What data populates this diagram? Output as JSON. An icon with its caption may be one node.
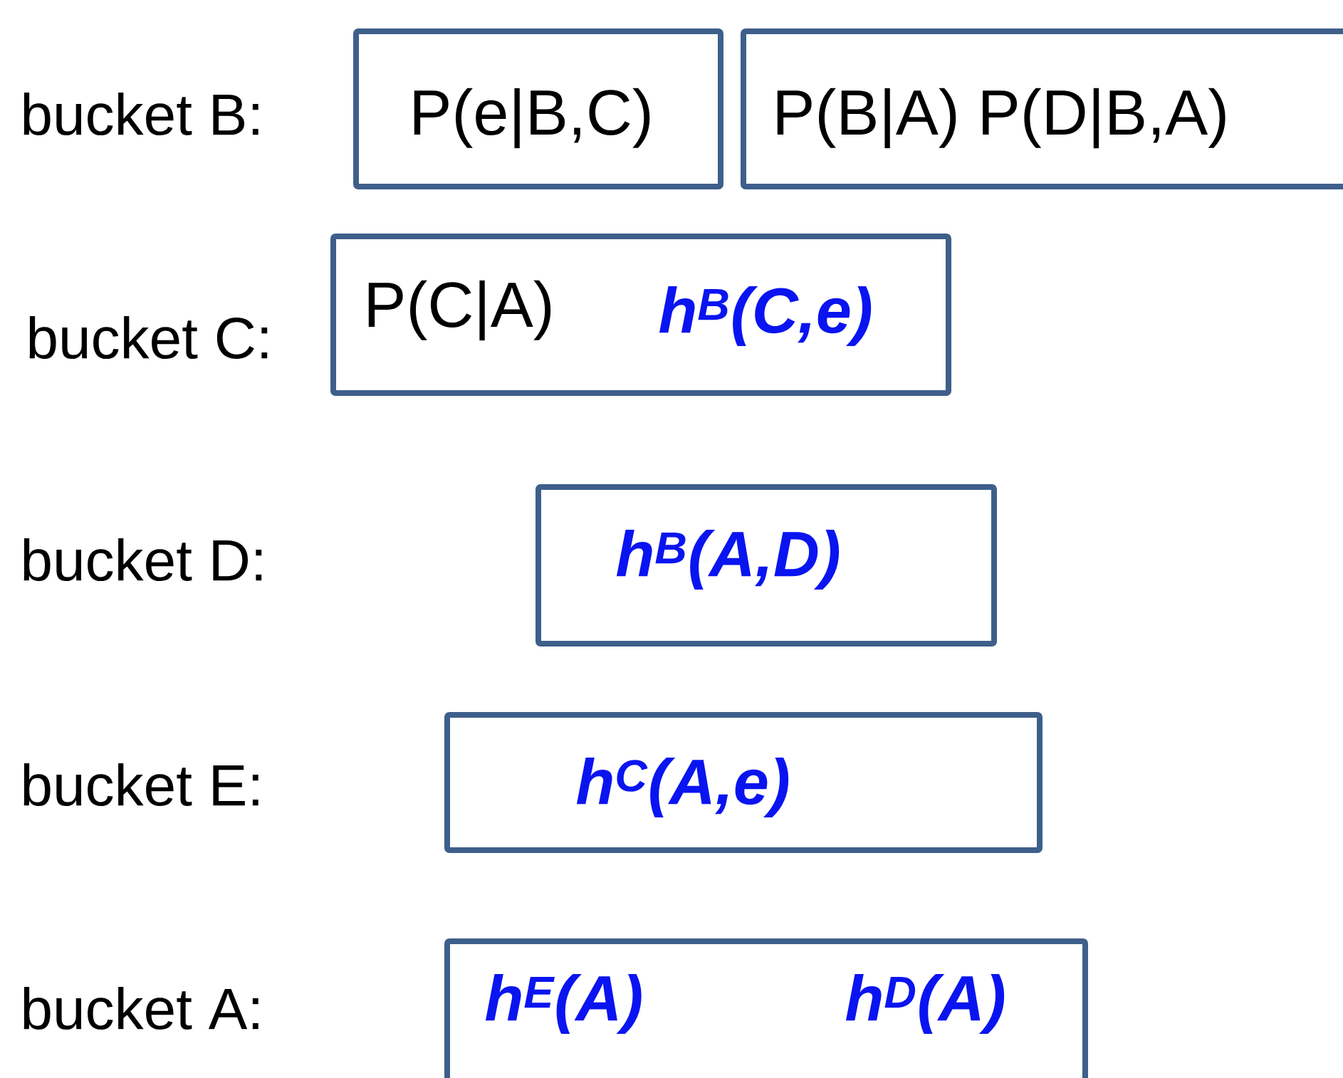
{
  "diagram": {
    "nodes": [
      {
        "text": [
          "P(e|B,C)"
        ]
      },
      {
        "text": [
          "P(B|A) P(D|B,A)"
        ]
      },
      {
        "text": [
          "P(C|A)",
          "h$^{B}$(C,e)"
        ]
      },
      {
        "text": [
          "h$^{B}$(A,D)"
        ]
      },
      {
        "text": [
          "h$^{C}$(A,e)"
        ]
      },
      {
        "text": [
          "h$^{E}$(A)",
          "h$^{D}$(A)"
        ]
      }
    ],
    "labels": [
      "bucket B:",
      "bucket C:",
      "bucket D:",
      "bucket E:",
      "bucket A:"
    ]
  }
}
